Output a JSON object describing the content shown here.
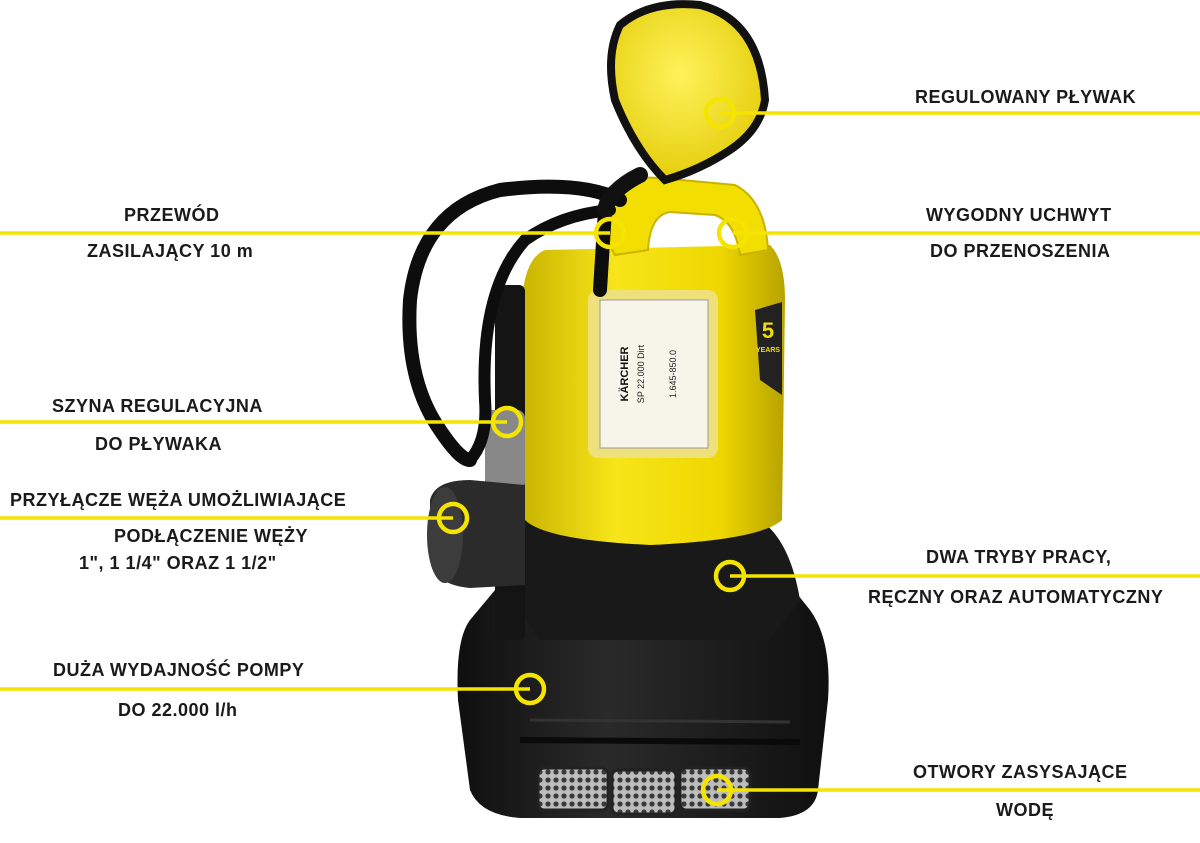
{
  "colors": {
    "accent": "#f5e400",
    "pump_yellow": "#f2de00",
    "pump_black": "#1c1c1c",
    "text": "#1a1a1a"
  },
  "callouts": {
    "float": {
      "line1": "REGULOWANY PŁYWAK"
    },
    "cable": {
      "line1": "PRZEWÓD",
      "line2": "ZASILAJĄCY 10 m"
    },
    "handle": {
      "line1": "WYGODNY UCHWYT",
      "line2": "DO PRZENOSZENIA"
    },
    "float_rail": {
      "line1": "SZYNA REGULACYJNA",
      "line2": "DO PŁYWAKA"
    },
    "hose_connector": {
      "line1": "PRZYŁĄCZE WĘŻA UMOŻLIWIAJĄCE",
      "line2": "PODŁĄCZENIE WĘŻY",
      "line3": "1\", 1 1/4\" ORAZ 1 1/2\""
    },
    "modes": {
      "line1": "DWA TRYBY PRACY,",
      "line2": "RĘCZNY ORAZ  AUTOMATYCZNY"
    },
    "capacity": {
      "line1": "DUŻA WYDAJNOŚĆ POMPY",
      "line2": "DO 22.000 l/h"
    },
    "intake": {
      "line1": "OTWORY ZASYSAJĄCE",
      "line2": "WODĘ"
    }
  },
  "product_label": {
    "brand": "KÄRCHER",
    "model": "SP 22.000 Dirt",
    "part_number": "1.645-850.0",
    "warranty_number": "5",
    "warranty_text": "YEARS"
  }
}
